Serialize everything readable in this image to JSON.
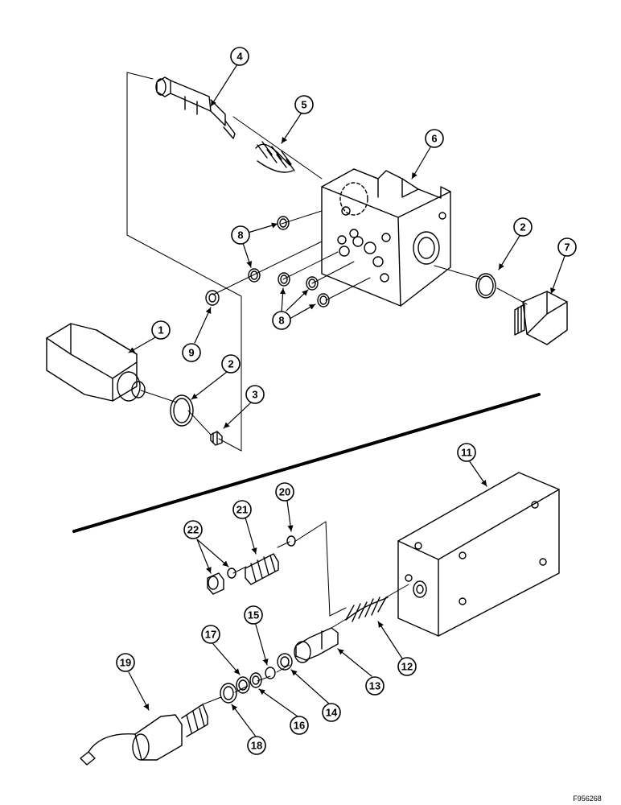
{
  "figure_id": "F956268",
  "callouts": {
    "c1": "1",
    "c2a": "2",
    "c2b": "2",
    "c3": "3",
    "c4": "4",
    "c5": "5",
    "c6": "6",
    "c7": "7",
    "c8a": "8",
    "c8b": "8",
    "c9": "9",
    "c11": "11",
    "c12": "12",
    "c13": "13",
    "c14": "14",
    "c15": "15",
    "c16": "16",
    "c17": "17",
    "c18": "18",
    "c19": "19",
    "c20": "20",
    "c21": "21",
    "c22": "22"
  }
}
